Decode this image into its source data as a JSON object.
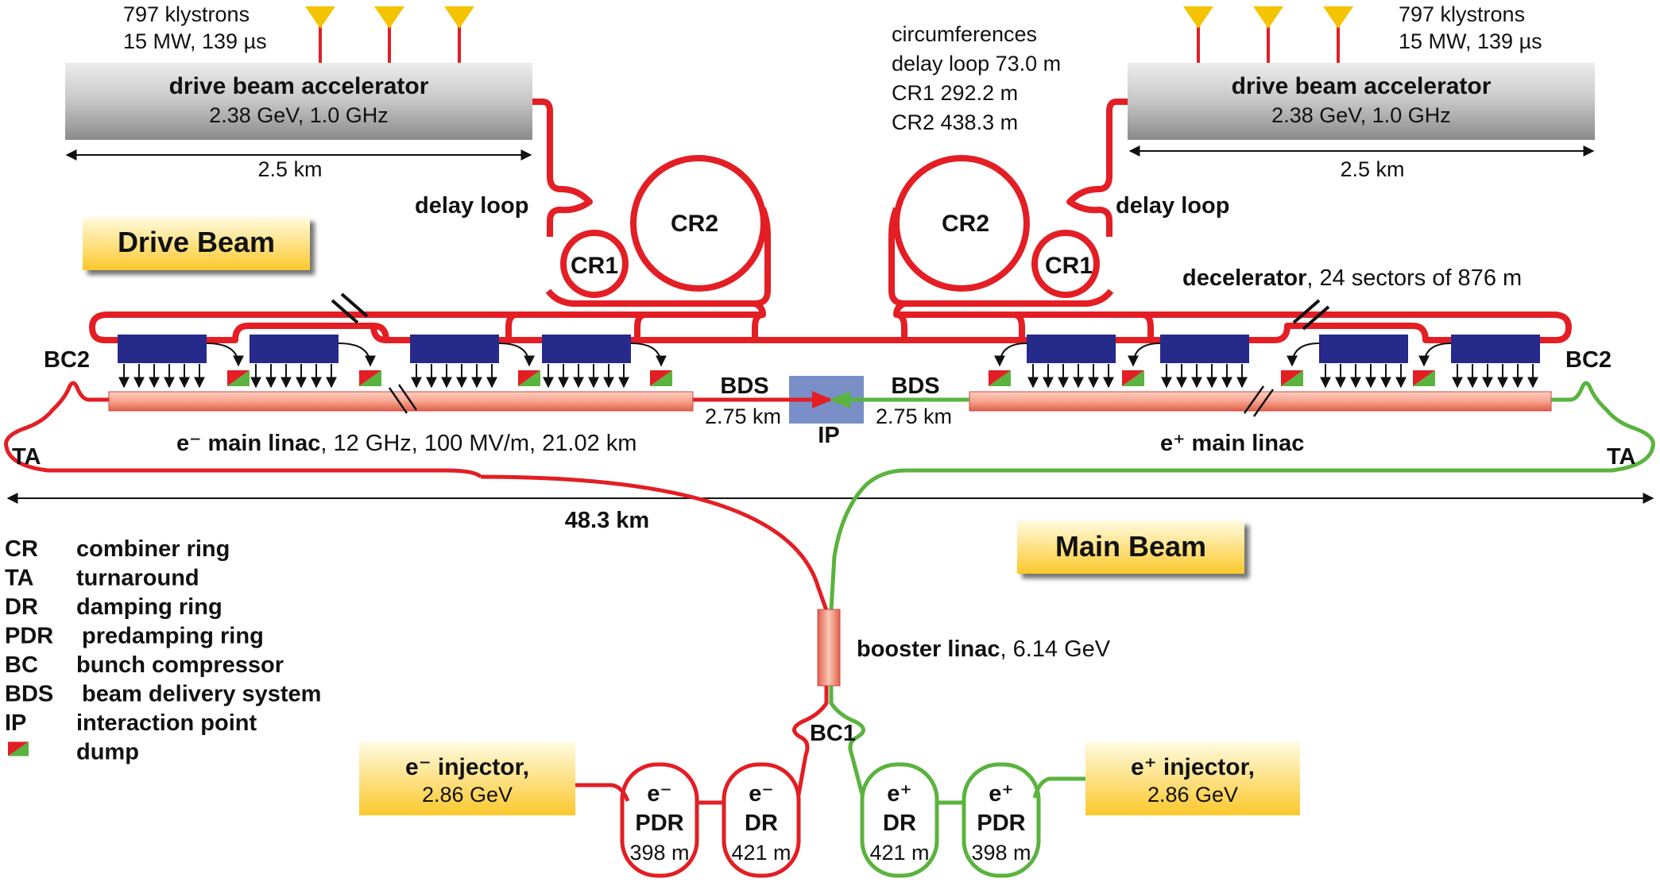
{
  "left_klystron": {
    "line1": "797 klystrons",
    "line2": "15 MW, 139 µs"
  },
  "right_klystron": {
    "line1": "797 klystrons",
    "line2": "15 MW, 139 µs"
  },
  "left_dba": {
    "title": "drive beam accelerator",
    "spec": "2.38 GeV, 1.0 GHz",
    "length": "2.5 km"
  },
  "right_dba": {
    "title": "drive beam accelerator",
    "spec": "2.38 GeV, 1.0 GHz",
    "length": "2.5 km"
  },
  "circumferences": {
    "title": "circumferences",
    "delay_loop": "delay loop 73.0 m",
    "cr1": "CR1 292.2 m",
    "cr2": "CR2 438.3 m"
  },
  "left_rings": {
    "delay_loop": "delay loop",
    "cr1": "CR1",
    "cr2": "CR2"
  },
  "right_rings": {
    "delay_loop": "delay loop",
    "cr1": "CR1",
    "cr2": "CR2"
  },
  "drive_beam_label": "Drive Beam",
  "main_beam_label": "Main Beam",
  "decelerator": {
    "bold": "decelerator",
    "rest": ", 24 sectors of 876 m"
  },
  "bc2_left": "BC2",
  "bc2_right": "BC2",
  "ta_left": "TA",
  "ta_right": "TA",
  "bds_left": {
    "label": "BDS",
    "length": "2.75 km"
  },
  "bds_right": {
    "label": "BDS",
    "length": "2.75 km"
  },
  "ip": "IP",
  "e_minus_linac": {
    "bold": "e⁻ main linac",
    "rest": ", 12 GHz, 100 MV/m, 21.02 km"
  },
  "e_plus_linac": {
    "bold": "e⁺ main linac"
  },
  "total_length": "48.3 km",
  "legend": [
    {
      "abbr": "CR",
      "meaning": "combiner ring"
    },
    {
      "abbr": "TA",
      "meaning": "turnaround"
    },
    {
      "abbr": "DR",
      "meaning": "damping ring"
    },
    {
      "abbr": "PDR",
      "meaning": "predamping ring"
    },
    {
      "abbr": "BC",
      "meaning": "bunch compressor"
    },
    {
      "abbr": "BDS",
      "meaning": "beam delivery system"
    },
    {
      "abbr": "IP",
      "meaning": "interaction point"
    },
    {
      "abbr": "",
      "meaning": "dump"
    }
  ],
  "booster": {
    "bold": "booster linac",
    "rest": ", 6.14 GeV"
  },
  "bc1": "BC1",
  "e_minus_injector": {
    "title": "e⁻ injector,",
    "energy": "2.86 GeV"
  },
  "e_plus_injector": {
    "title": "e⁺ injector,",
    "energy": "2.86 GeV"
  },
  "rings": {
    "em_pdr": {
      "particle": "e⁻",
      "name": "PDR",
      "length": "398 m"
    },
    "em_dr": {
      "particle": "e⁻",
      "name": "DR",
      "length": "421 m"
    },
    "ep_dr": {
      "particle": "e⁺",
      "name": "DR",
      "length": "421 m"
    },
    "ep_pdr": {
      "particle": "e⁺",
      "name": "PDR",
      "length": "398 m"
    }
  },
  "colors": {
    "drive_beam": "#e31e24",
    "positron": "#5ab33e",
    "decel_block": "#262a8a",
    "ip_box": "#7a8fc8",
    "label_box": "#fdd835"
  }
}
